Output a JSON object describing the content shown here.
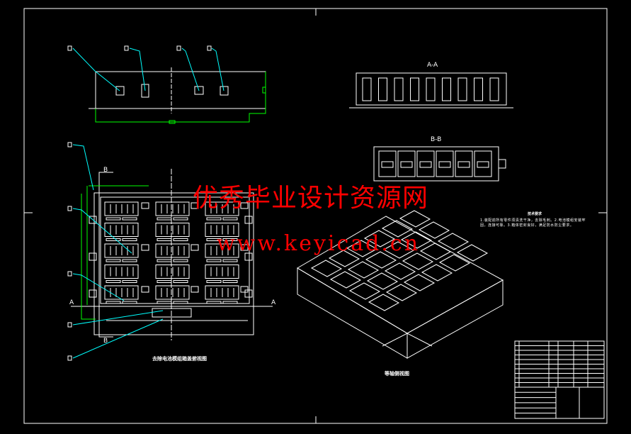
{
  "drawing": {
    "section_aa": "A-A",
    "section_bb": "B-B",
    "cut_a": "A",
    "cut_b": "B",
    "caption_plan": "去除电池模组箱盖俯视图",
    "caption_iso": "等轴侧视图",
    "notes_title": "技术要求",
    "notes": "1.装配前所有零件须清洗干净，去除毛刺。2.电池模组安装牢固，连接可靠。3.箱体密封良好，满足防水防尘要求。"
  },
  "watermark": {
    "text_cn": "优秀毕业设计资源网",
    "url": "www.keyicad.cn"
  },
  "colors": {
    "line": "#ffffff",
    "dim": "#00ff00",
    "leader": "#00ffff",
    "watermark": "#ff0000"
  }
}
